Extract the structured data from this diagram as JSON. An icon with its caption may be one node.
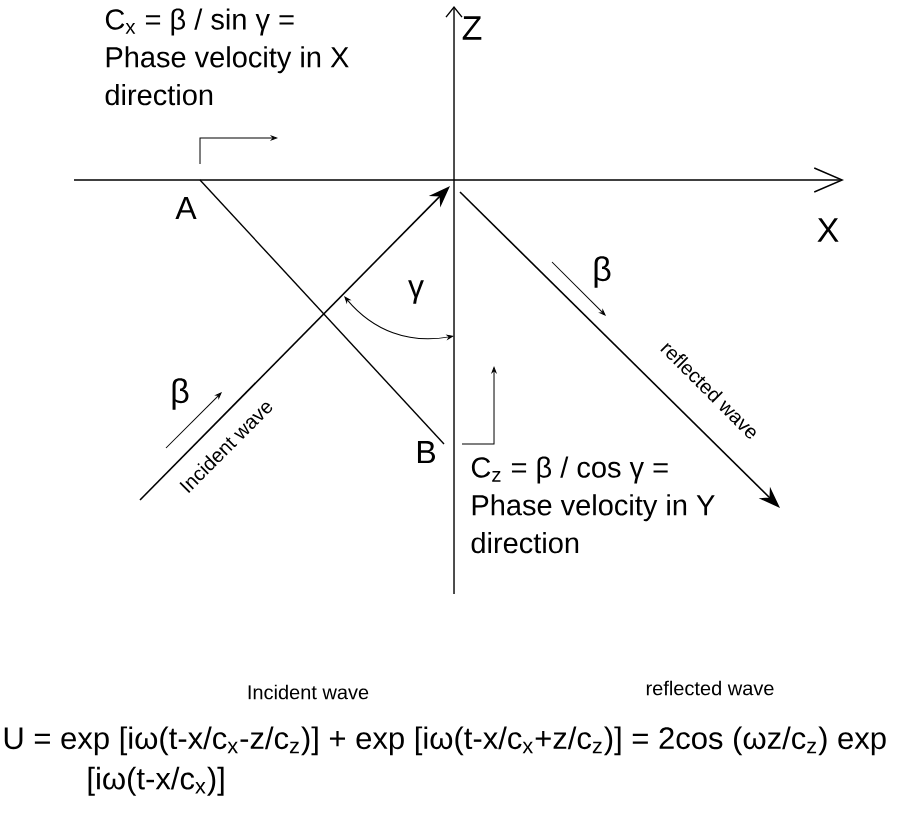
{
  "diagram": {
    "labels": [
      "C$_{x}$ = β / sin γ = Phase velocity in X direction",
      "Z",
      "X",
      "A",
      "β",
      "γ",
      "reflected wave",
      "β",
      "Incident wave",
      "B",
      "C$_{z}$ = β / cos γ = Phase velocity in Y direction",
      "Incident wave",
      "reflected wave",
      "U = exp [iω(t-x/c$_{x}$-z/c$_{z}$)] + exp [iω(t-x/c$_{x}$+z/c$_{z}$)] = 2cos (ωz/c$_{z}$) exp [iω(t-x/c$_{x}$)]"
    ]
  }
}
